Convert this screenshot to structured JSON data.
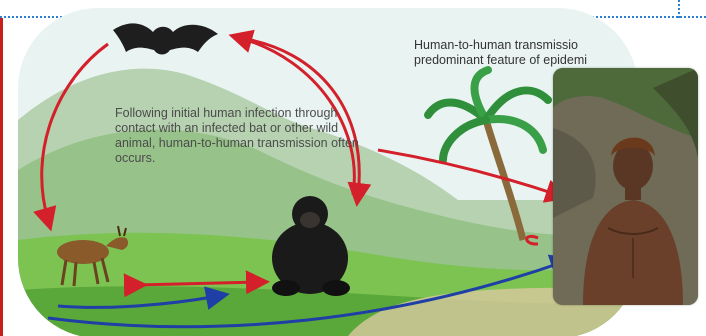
{
  "caption_main": "Following initial human infection through contact with an infected bat or other wild animal, human-to-human transmission often occurs.",
  "caption_top_line1": "Human-to-human transmissio",
  "caption_top_line2": "predominant feature of epidemi",
  "colors": {
    "arrow_red": "#d3202a",
    "arrow_blue": "#1f3fa6",
    "sky": "#e7f3f1",
    "hill_back": "#a9c9a6",
    "hill_front": "#8fbf6f",
    "grass": "#7cc352",
    "frame_dots": "#2a7fd1",
    "frame_left": "#c81e1e"
  },
  "icons": [
    "bat-icon",
    "duiker-icon",
    "chimpanzee-icon",
    "palm-tree-icon",
    "man-photo"
  ]
}
